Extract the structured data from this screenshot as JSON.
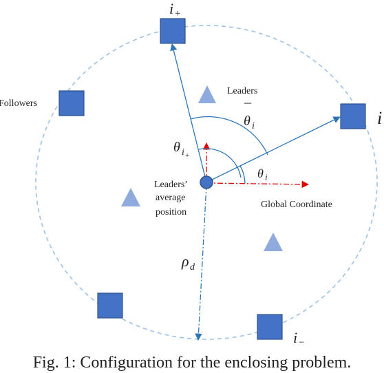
{
  "labels": {
    "followers": "Followers",
    "leaders": "Leaders",
    "leaders_avg_line1": "Leaders’",
    "leaders_avg_line2": "average",
    "leaders_avg_line3": "position",
    "global_coordinate": "Global Coordinate",
    "theta_bar_i_base": "θ",
    "theta_bar_i_bar": "¯",
    "theta_bar_i_sub": "i",
    "theta_i_plus_base": "θ",
    "theta_i_plus_sub": "i",
    "theta_i_plus_subsub": "+",
    "theta_i_base": "θ",
    "theta_i_sub": "i",
    "rho_d_base": "ρ",
    "rho_d_sub": "d",
    "i_plus_base": "i",
    "i_plus_sub": "+",
    "i_label": "i",
    "i_minus_base": "i",
    "i_minus_sub": "−"
  },
  "caption": "Fig. 1: Configuration for the enclosing problem.",
  "colors": {
    "square_fill": "#4472c4",
    "square_stroke": "#2f528f",
    "triangle_fill": "#8faadc",
    "circle_dashed": "#9dc3e6",
    "vector": "#2e75b6",
    "axis": "#e00000",
    "rho_line": "#2e75b6"
  }
}
